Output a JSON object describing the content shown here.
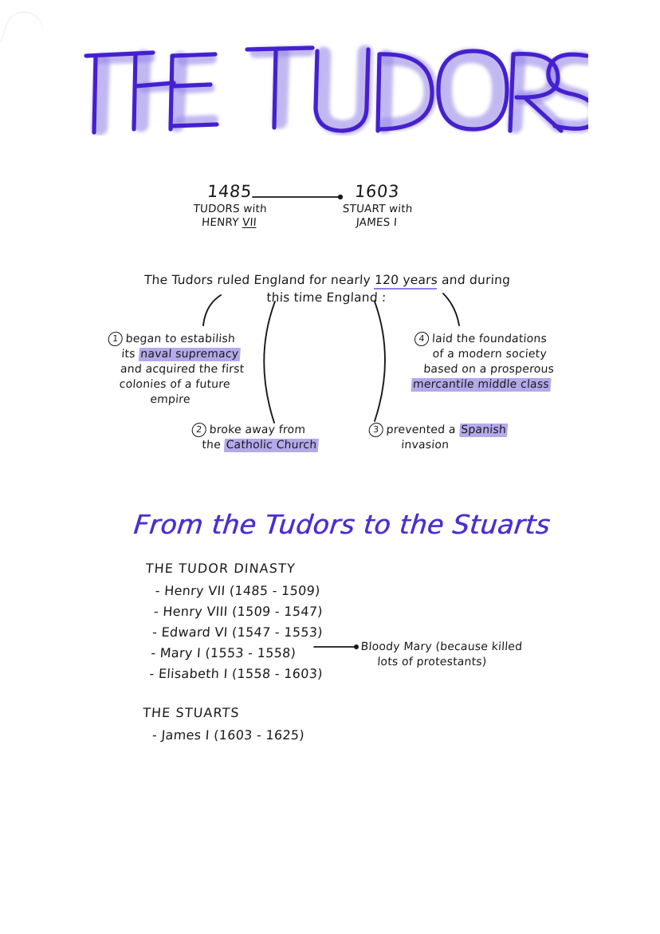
{
  "page": {
    "title": "THE TUDORS",
    "title_letters": "THE TUDORS",
    "ink_dark": "#18181c",
    "ink_purple": "#4a2fd0",
    "highlight": "#b5a9ea",
    "background": "#ffffff"
  },
  "timeline": {
    "left": {
      "year": "1485",
      "line1": "TUDORS with",
      "line2_prefix": "HENRY ",
      "line2_king": "VII"
    },
    "right": {
      "year": "1603",
      "line1": "STUART with",
      "line2": "JAMES I"
    },
    "arrow": "arrow-right"
  },
  "lead": {
    "part1": "The Tudors ruled England for nearly ",
    "highlighted": "120 years",
    "part2": " and during",
    "line2": "this time England :"
  },
  "points": [
    {
      "number": "1",
      "lines": [
        "began to estabilish",
        "its ",
        "and acquired the first",
        "colonies of a future",
        "empire"
      ],
      "highlight": "naval supremacy",
      "position": "left-upper"
    },
    {
      "number": "2",
      "lines": [
        "broke away from",
        "the "
      ],
      "highlight": "Catholic Church",
      "position": "center-left-lower"
    },
    {
      "number": "3",
      "lines": [
        "prevented a ",
        "invasion"
      ],
      "highlight": "Spanish",
      "position": "center-right-lower"
    },
    {
      "number": "4",
      "lines": [
        "laid the foundations",
        "of a modern society",
        "based on a prosperous"
      ],
      "highlight": "mercantile middle class",
      "position": "right-upper"
    }
  ],
  "section_heading": "From the Tudors to the Stuarts",
  "tudor_dynasty": {
    "title": "THE TUDOR  DINASTY",
    "items": [
      "- Henry VII  (1485 - 1509)",
      "- Henry VIII (1509 - 1547)",
      "- Edward VI (1547 - 1553)",
      "- Mary I (1553 - 1558)",
      "- Elisabeth I (1558 - 1603)"
    ]
  },
  "mary_note": {
    "line1": "Bloody Mary (because killed",
    "line2": "lots of protestants)",
    "arrow": "arrow-right"
  },
  "stuarts": {
    "title": "THE STUARTS",
    "items": [
      "- James I (1603 - 1625)"
    ]
  }
}
